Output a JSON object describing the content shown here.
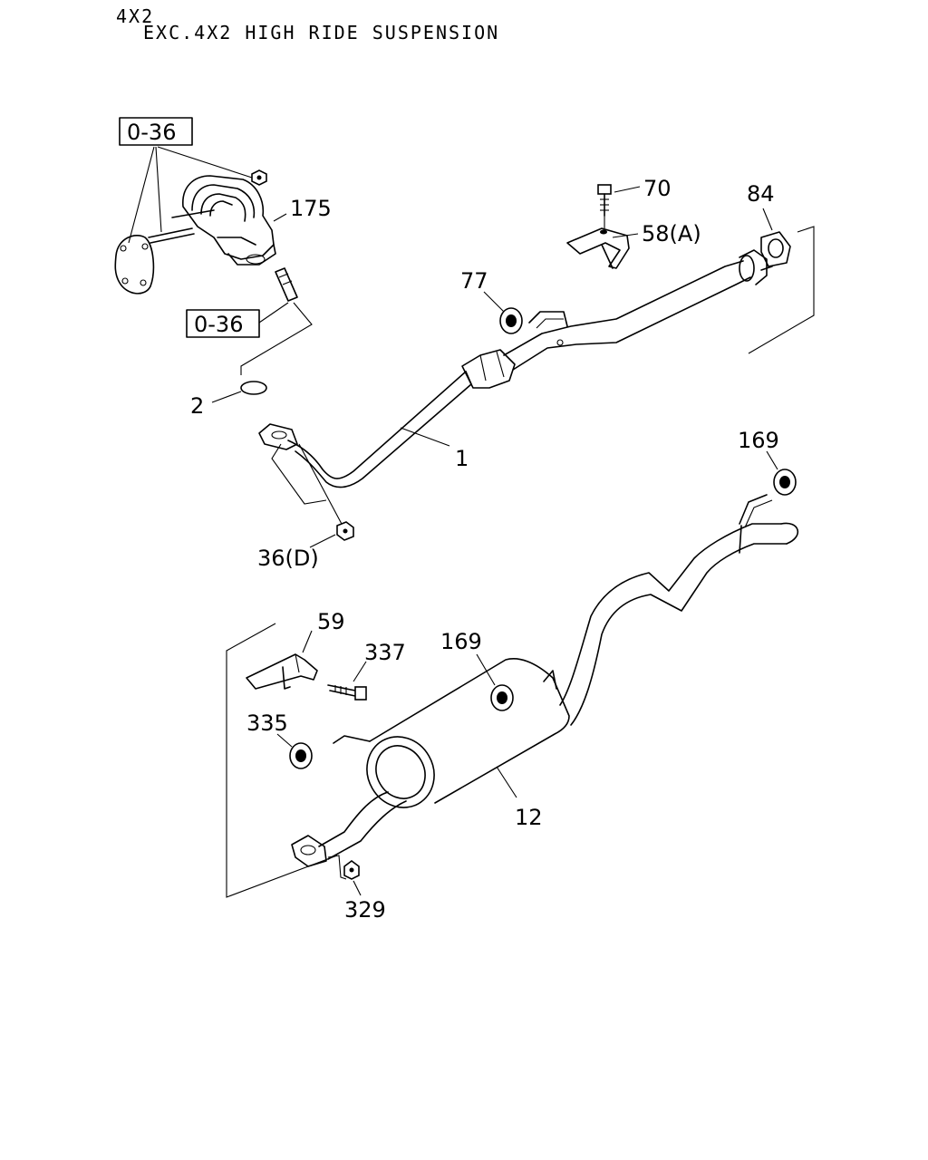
{
  "header": {
    "line1": "4X2",
    "line2": "EXC.4X2 HIGH RIDE SUSPENSION"
  },
  "callouts": {
    "ref_top": "0-36",
    "ref_mid": "0-36",
    "p175": "175",
    "p70": "70",
    "p84": "84",
    "p58": "58(A)",
    "p77": "77",
    "p2": "2",
    "p1": "1",
    "p36": "36(D)",
    "p169_right": "169",
    "p59": "59",
    "p337": "337",
    "p169_mid": "169",
    "p335": "335",
    "p12": "12",
    "p329": "329"
  }
}
